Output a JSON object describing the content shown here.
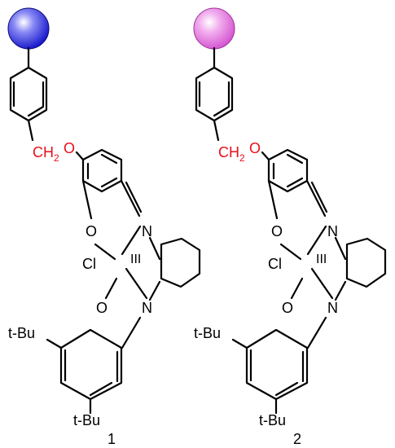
{
  "compounds": [
    {
      "label": "1",
      "bead_color": "#2b2bd9",
      "linker_label": "CH",
      "linker_sub": "2",
      "linker_o": "O",
      "phenoxy_o_upper": "O",
      "phenoxy_o_lower": "O",
      "imine_n_upper": "N",
      "imine_n_lower": "N",
      "chloride": "Cl",
      "metal_roman": "III",
      "tbu_left": "t-Bu",
      "tbu_bottom": "t-Bu"
    },
    {
      "label": "2",
      "bead_color": "#e37de0",
      "linker_label": "CH",
      "linker_sub": "2",
      "linker_o": "O",
      "phenoxy_o_upper": "O",
      "phenoxy_o_lower": "O",
      "imine_n_upper": "N",
      "imine_n_lower": "N",
      "chloride": "Cl",
      "metal_roman": "III",
      "tbu_left": "t-Bu",
      "tbu_bottom": "t-Bu"
    }
  ],
  "colors": {
    "linker": "#e8101a",
    "bond": "#000000"
  }
}
